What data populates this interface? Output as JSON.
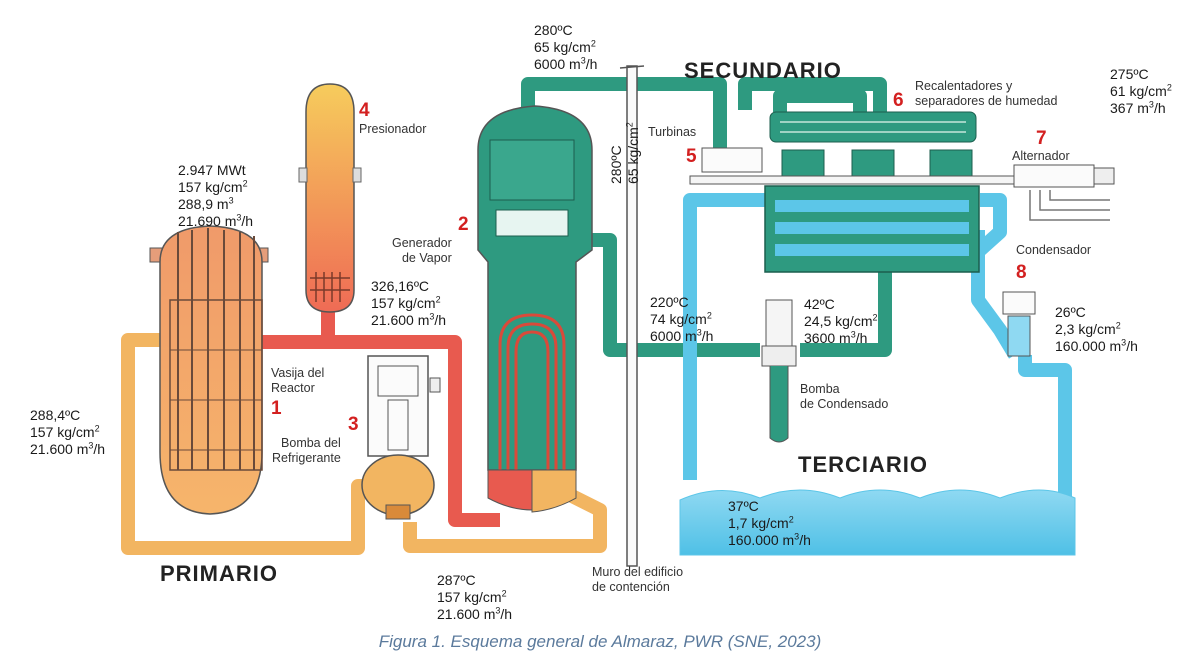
{
  "sections": {
    "primario": "PRIMARIO",
    "secundario": "SECUNDARIO",
    "terciario": "TERCIARIO"
  },
  "components": {
    "n1": "1",
    "n2": "2",
    "n3": "3",
    "n4": "4",
    "n5": "5",
    "n6": "6",
    "n7": "7",
    "n8": "8",
    "vasija_1": "Vasija del",
    "vasija_2": "Reactor",
    "presionador": "Presionador",
    "bomba_ref_1": "Bomba del",
    "bomba_ref_2": "Refrigerante",
    "generador_1": "Generador",
    "generador_2": "de Vapor",
    "turbinas": "Turbinas",
    "recal_1": "Recalentadores y",
    "recal_2": "separadores de humedad",
    "alternador": "Alternador",
    "condensador": "Condensador",
    "bomba_cond_1": "Bomba",
    "bomba_cond_2": "de Condensado",
    "muro_1": "Muro del edificio",
    "muro_2": "de contención"
  },
  "readings": {
    "reactor": {
      "l1": "2.947 MWt",
      "l2": "157 kg/cm",
      "l3": "288,9 m",
      "l4": "21.690 m",
      "l4s": "/h"
    },
    "hot_leg": {
      "l1": "326,16ºC",
      "l2": "157 kg/cm",
      "l3": "21.600 m",
      "l3s": "/h"
    },
    "cold_in": {
      "l1": "288,4ºC",
      "l2": "157 kg/cm",
      "l3": "21.600 m",
      "l3s": "/h"
    },
    "pump_out": {
      "l1": "287ºC",
      "l2": "157 kg/cm",
      "l3": "21.600 m",
      "l3s": "/h"
    },
    "steam": {
      "l1": "280ºC",
      "l2": "65 kg/cm",
      "l3": "6000 m",
      "l3s": "/h"
    },
    "turbine_vert": {
      "l1": "280ºC",
      "l2": "65 kg/cm"
    },
    "reheater": {
      "l1": "275ºC",
      "l2": "61 kg/cm",
      "l3": "367 m",
      "l3s": "/h"
    },
    "feed": {
      "l1": "220ºC",
      "l2": "74 kg/cm",
      "l3": "6000 m",
      "l3s": "/h"
    },
    "cond_pump": {
      "l1": "42ºC",
      "l2": "24,5 kg/cm",
      "l3": "3600 m",
      "l3s": "/h"
    },
    "cooling_in": {
      "l1": "26ºC",
      "l2": "2,3 kg/cm",
      "l3": "160.000 m",
      "l3s": "/h"
    },
    "pool": {
      "l1": "37ºC",
      "l2": "1,7 kg/cm",
      "l3": "160.000 m",
      "l3s": "/h"
    },
    "sup2": "2",
    "sup3": "3"
  },
  "caption": "Figura 1. Esquema general de Almaraz, PWR (SNE, 2023)",
  "colors": {
    "primary_hot": "#e85a4f",
    "primary_cold": "#f2b561",
    "secondary": "#2e9a80",
    "tertiary": "#5cc6e8",
    "tertiary_pool": "#66cbea",
    "label_red": "#d32020"
  }
}
